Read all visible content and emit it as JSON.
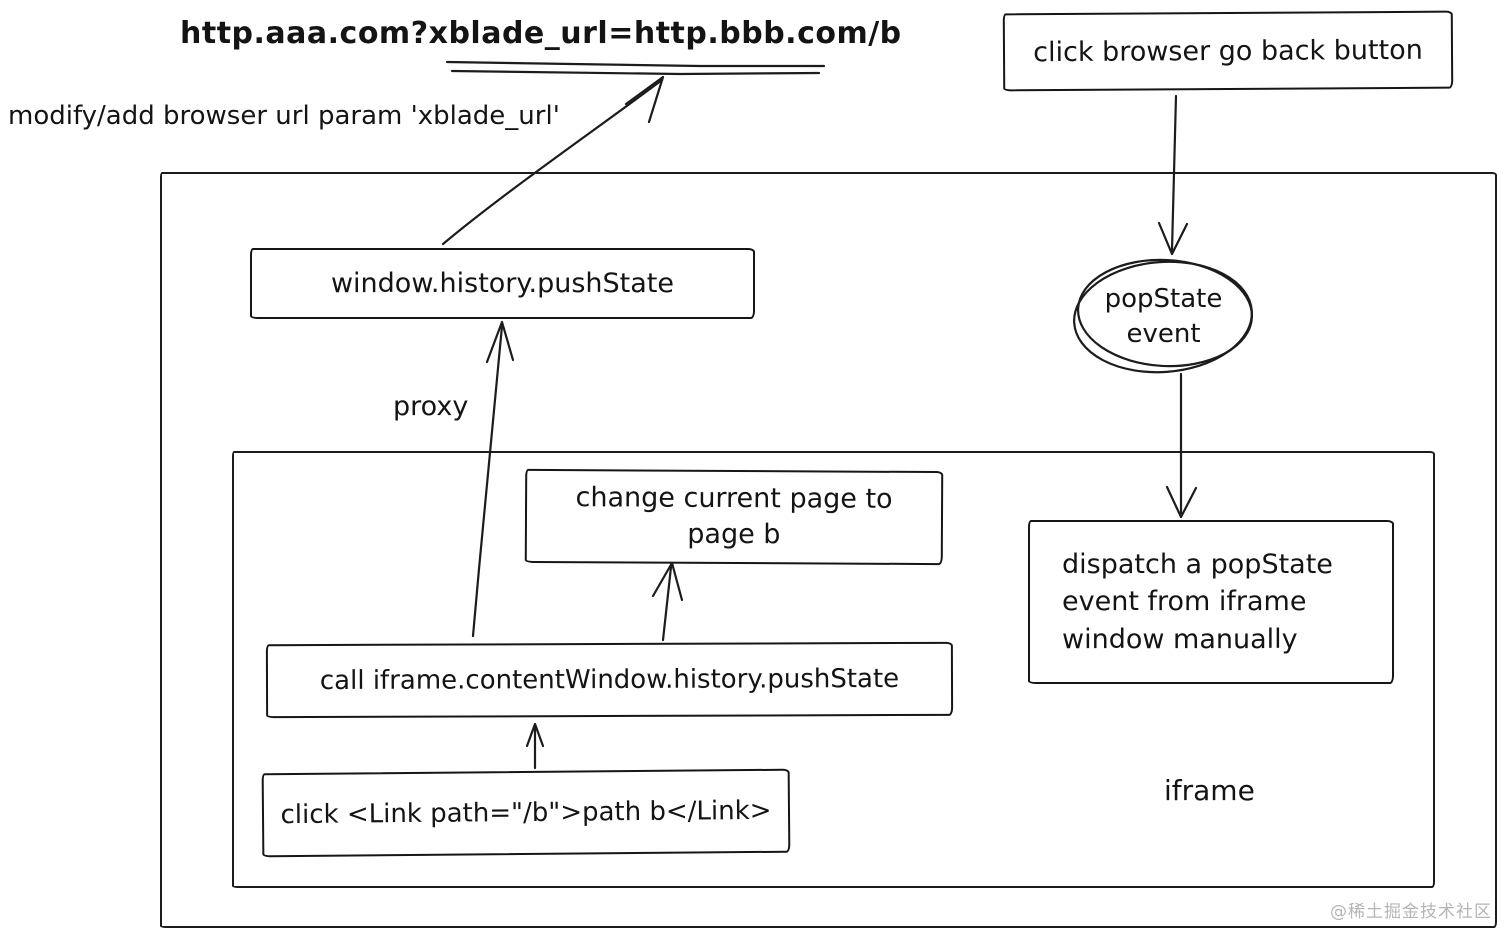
{
  "page": {
    "background": "#ffffff",
    "ink_color": "#1c1c1c",
    "watermark_color": "#b5b5b5"
  },
  "annotations": {
    "url_text": "http.aaa.com?xblade_url=http.bbb.com/b",
    "modify_label": "modify/add browser url param 'xblade_url'",
    "proxy_label": "proxy",
    "iframe_label": "iframe",
    "watermark": "@稀土掘金技术社区"
  },
  "nodes": {
    "go_back": {
      "label": "click browser go back button",
      "shape": "rectangle"
    },
    "push_state": {
      "label": "window.history.pushState",
      "shape": "rectangle"
    },
    "popstate_event": {
      "label": "popState event",
      "shape": "ellipse"
    },
    "change_page": {
      "label": "change current page to page b",
      "shape": "rectangle"
    },
    "call_iframe": {
      "label": "call iframe.contentWindow.history.pushState",
      "shape": "rectangle"
    },
    "click_link": {
      "label": "click <Link path=\"/b\">path b</Link>",
      "shape": "rectangle"
    },
    "dispatch": {
      "label": "dispatch a popState event from iframe window manually",
      "shape": "rectangle"
    }
  },
  "edges": [
    {
      "from": "push_state",
      "to": "url_text",
      "label": ""
    },
    {
      "from": "go_back",
      "to": "popstate_event",
      "label": ""
    },
    {
      "from": "popstate_event",
      "to": "dispatch",
      "label": ""
    },
    {
      "from": "call_iframe",
      "to": "push_state",
      "label": "proxy"
    },
    {
      "from": "call_iframe",
      "to": "change_page",
      "label": ""
    },
    {
      "from": "click_link",
      "to": "call_iframe",
      "label": ""
    }
  ]
}
